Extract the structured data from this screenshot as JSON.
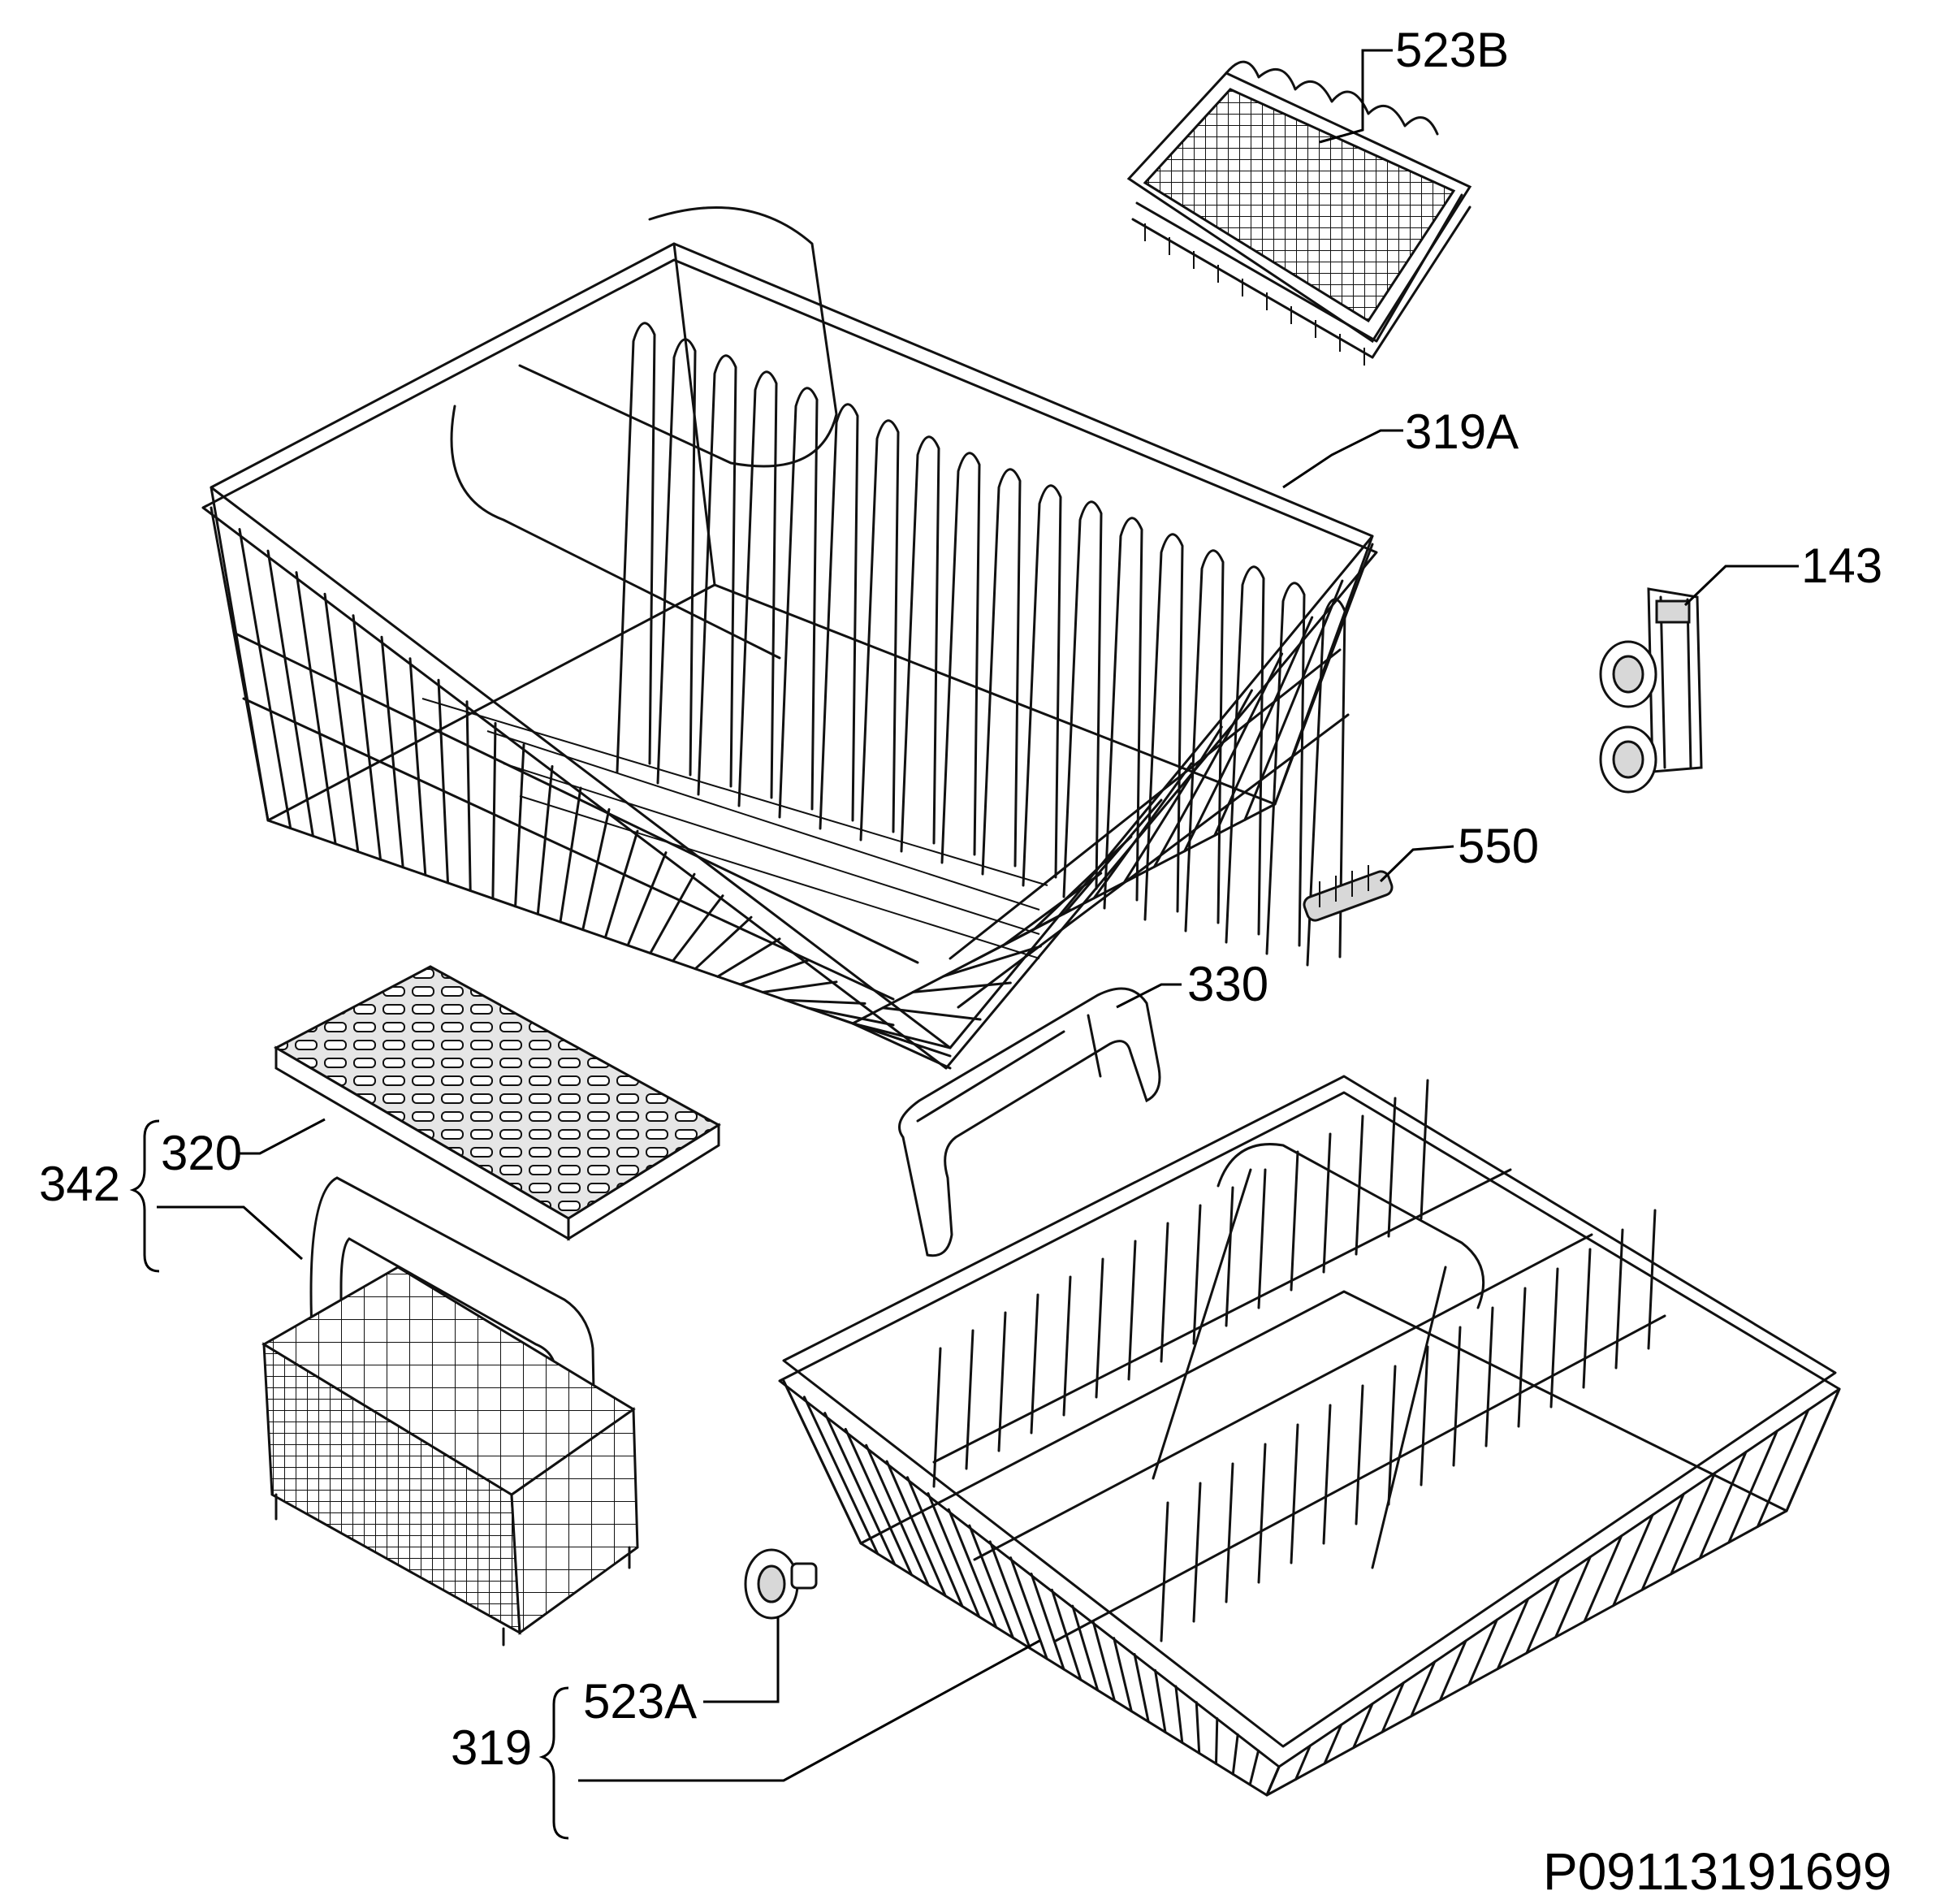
{
  "callouts": {
    "c523b": "523B",
    "c319a": "319A",
    "c143": "143",
    "c550": "550",
    "c330": "330",
    "c342": "342",
    "c320": "320",
    "c523a": "523A",
    "c319": "319"
  },
  "drawing_ref": "P09113191699"
}
